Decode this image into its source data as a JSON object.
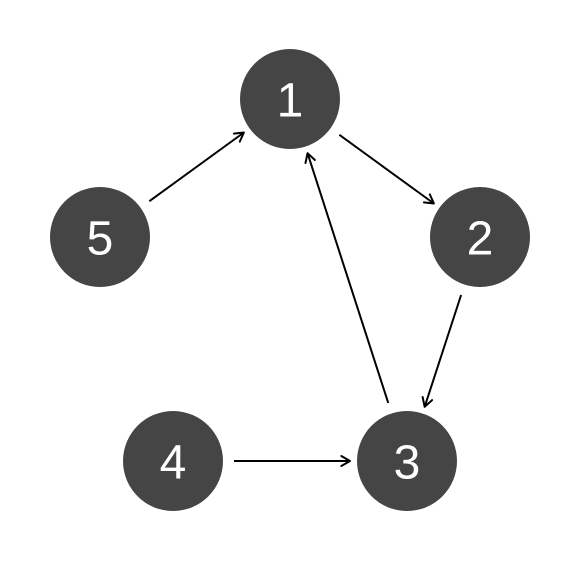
{
  "graph": {
    "nodes": [
      {
        "id": "1",
        "label": "1"
      },
      {
        "id": "2",
        "label": "2"
      },
      {
        "id": "3",
        "label": "3"
      },
      {
        "id": "4",
        "label": "4"
      },
      {
        "id": "5",
        "label": "5"
      }
    ],
    "edges": [
      {
        "from": "1",
        "to": "2"
      },
      {
        "from": "2",
        "to": "3"
      },
      {
        "from": "3",
        "to": "1"
      },
      {
        "from": "4",
        "to": "3"
      },
      {
        "from": "5",
        "to": "1"
      }
    ],
    "directed": true,
    "colors": {
      "node_fill": "#454545",
      "node_text": "#ffffff",
      "edge": "#000000",
      "background": "#ffffff"
    }
  }
}
